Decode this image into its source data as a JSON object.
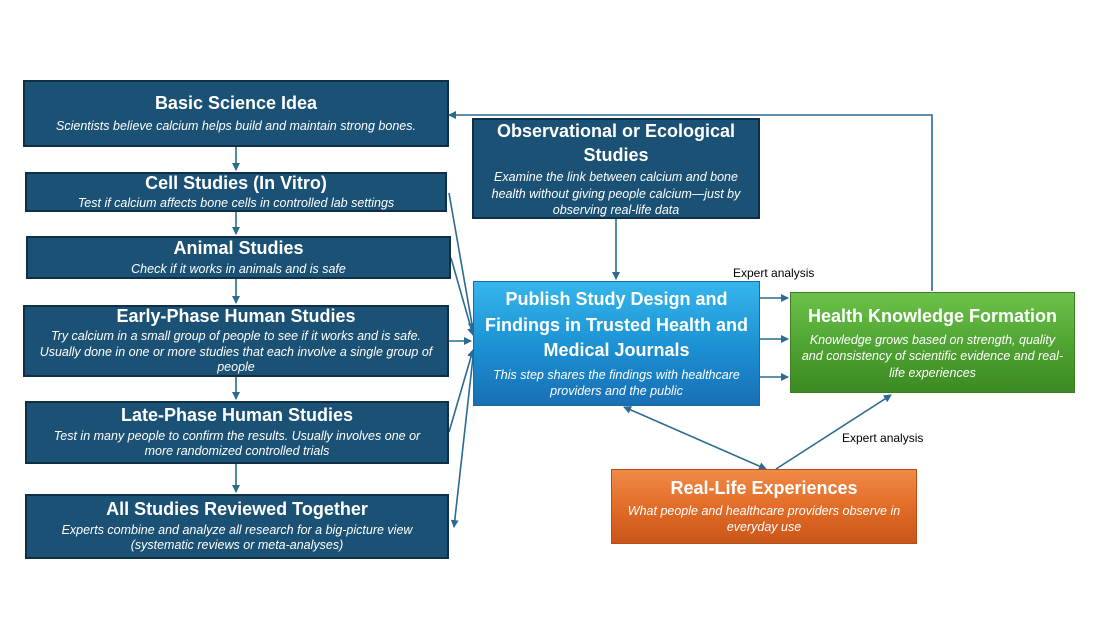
{
  "boxes": {
    "basic_science": {
      "title": "Basic Science Idea",
      "desc": "Scientists believe calcium helps build and maintain strong bones."
    },
    "cell_studies": {
      "title": "Cell Studies (In Vitro)",
      "desc": "Test if calcium affects bone cells in controlled lab settings"
    },
    "animal_studies": {
      "title": "Animal Studies",
      "desc": "Check if it works in animals and is safe"
    },
    "early_phase": {
      "title": "Early-Phase Human Studies",
      "desc": "Try calcium in a small group of people to see if it works and is safe. Usually done in one or more studies that each involve a single group of people"
    },
    "late_phase": {
      "title": "Late-Phase Human Studies",
      "desc": "Test in many people to confirm the results. Usually involves one or more randomized controlled trials"
    },
    "all_reviewed": {
      "title": "All Studies Reviewed Together",
      "desc": "Experts combine and analyze all research for a big-picture view (systematic reviews or meta-analyses)"
    },
    "observational": {
      "title": "Observational or Ecological Studies",
      "desc": "Examine the link between calcium and bone health without giving people calcium—just by observing real-life data"
    },
    "publish": {
      "title": "Publish Study Design and Findings in Trusted Health and Medical Journals",
      "desc": "This step shares the findings with healthcare providers and the public"
    },
    "health_knowledge": {
      "title": "Health Knowledge Formation",
      "desc": "Knowledge grows based on strength, quality and consistency of scientific evidence and real-life experiences"
    },
    "real_life": {
      "title": "Real-Life Experiences",
      "desc": "What people and healthcare providers observe in everyday use"
    }
  },
  "labels": {
    "expert_analysis_top": "Expert analysis",
    "expert_analysis_bottom": "Expert analysis"
  },
  "colors": {
    "navy": "#1b5174",
    "blue": "#2a9edf",
    "green": "#52a835",
    "orange": "#e06a26",
    "arrow": "#2a6b8f"
  }
}
